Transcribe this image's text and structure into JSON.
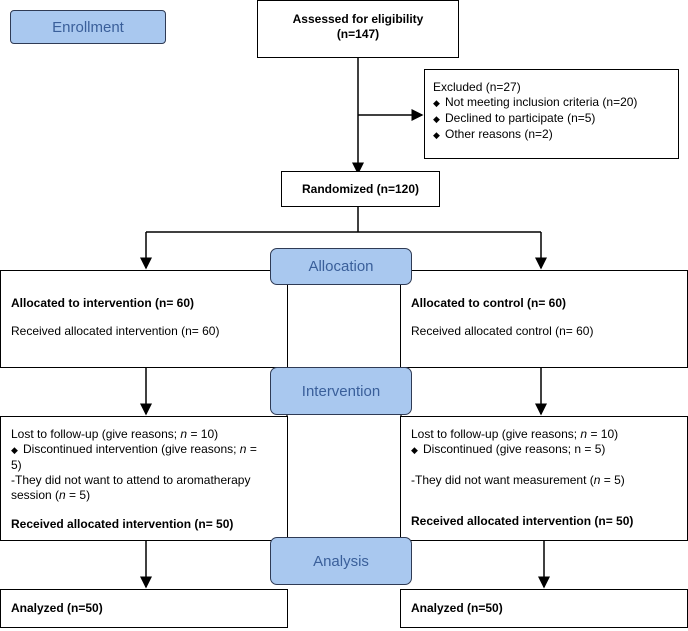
{
  "stages": {
    "enrollment": "Enrollment",
    "allocation": "Allocation",
    "intervention": "Intervention",
    "analysis": "Analysis"
  },
  "assessed": {
    "line1": "Assessed for eligibility",
    "line2": "(n=147)"
  },
  "excluded": {
    "title": "Excluded (n=27)",
    "items": [
      "Not meeting inclusion criteria (n=20)",
      "Declined to participate (n=5)",
      "Other reasons (n=2)"
    ]
  },
  "randomized": "Randomized (n=120)",
  "left_allocation": {
    "title": "Allocated to intervention (n= 60)",
    "received": "Received allocated intervention (n= 60)"
  },
  "right_allocation": {
    "title": "Allocated to control (n= 60)",
    "received": "Received allocated control (n= 60)"
  },
  "left_followup": {
    "lost_prefix": "Lost to follow-up (give reasons; ",
    "n_label": "n",
    "lost_suffix": " = 10)",
    "discontinued_a": "Discontinued intervention (give reasons; ",
    "discontinued_b": " =",
    "discontinued_c": "5)",
    "reason_a": "-They did not want to attend to aromatherapy",
    "reason_b": "session (",
    "reason_c": " = 5)",
    "received": "Received allocated intervention (n= 50)"
  },
  "right_followup": {
    "lost_prefix": "Lost to follow-up (give reasons; ",
    "n_label": "n",
    "lost_suffix": " = 10)",
    "discontinued": "Discontinued  (give reasons; n = 5)",
    "reason_a": " -They did not want measurement (",
    "reason_b": " = 5)",
    "received": "Received allocated intervention (n= 50)"
  },
  "left_analyzed": "Analyzed (n=50)",
  "right_analyzed": "Analyzed (n=50)",
  "icons": {
    "bullet": "diamond-bullet-icon"
  }
}
